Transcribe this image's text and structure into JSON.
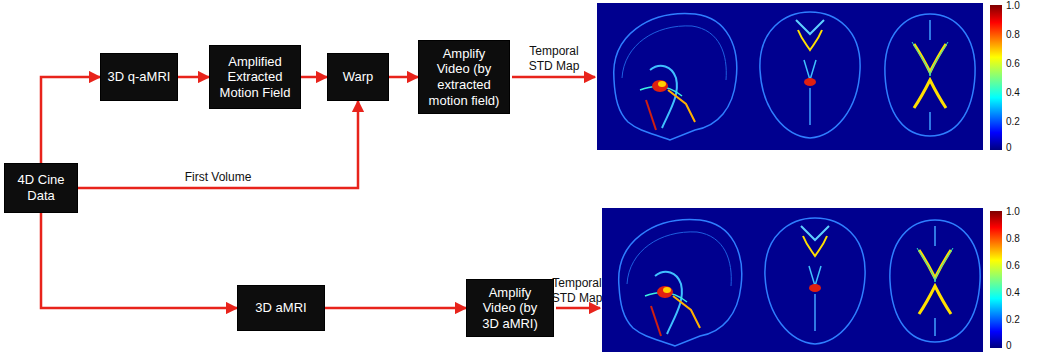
{
  "diagram": {
    "nodes": [
      {
        "text": [
          "4D Cine Data"
        ]
      },
      {
        "text": [
          "3D q-aMRI"
        ]
      },
      {
        "text": [
          "Amplified Extracted Motion Field"
        ]
      },
      {
        "text": [
          "Warp"
        ]
      },
      {
        "text": [
          "Amplify Video (by extracted motion field)"
        ]
      },
      {
        "text": [
          "3D aMRI"
        ]
      },
      {
        "text": [
          "Amplify Video (by 3D aMRI)"
        ]
      }
    ],
    "edges": [
      {
        "from": 0,
        "to": 1,
        "arrow": "to"
      },
      {
        "from": 1,
        "to": 2,
        "arrow": "to"
      },
      {
        "from": 2,
        "to": 3,
        "arrow": "to"
      },
      {
        "from": 3,
        "to": 4,
        "arrow": "to"
      },
      {
        "from": 0,
        "to": 3,
        "label": "First Volume",
        "arrow": "to"
      },
      {
        "from": 0,
        "to": 5,
        "arrow": "to"
      },
      {
        "from": 5,
        "to": 6,
        "arrow": "to"
      }
    ],
    "labels": [
      "Temporal STD Map",
      "1.0",
      "0.8",
      "0.6",
      "0.4",
      "0.2",
      "0",
      "Temporal STD Map",
      "1.0",
      "0.8",
      "0.6",
      "0.4",
      "0.2",
      "0"
    ]
  }
}
